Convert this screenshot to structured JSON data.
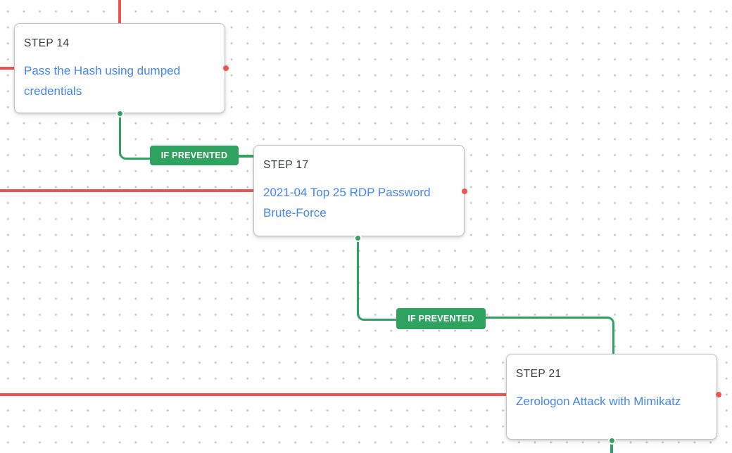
{
  "nodes": [
    {
      "step_label": "STEP 14",
      "title": "Pass the Hash using dumped credentials"
    },
    {
      "step_label": "STEP 17",
      "title": "2021-04 Top 25 RDP Password Brute-Force"
    },
    {
      "step_label": "STEP 21",
      "title": "Zerologon Attack with Mimikatz"
    }
  ],
  "edges": [
    {
      "label": "IF PREVENTED",
      "from": "STEP 14",
      "to": "STEP 17"
    },
    {
      "label": "IF PREVENTED",
      "from": "STEP 17",
      "to": "STEP 21"
    }
  ],
  "colors": {
    "edge_prevented_green": "#2ea35f",
    "edge_achieved_red": "#ef5350",
    "node_title_blue": "#4285f4",
    "step_label_gray": "#3c4043"
  }
}
